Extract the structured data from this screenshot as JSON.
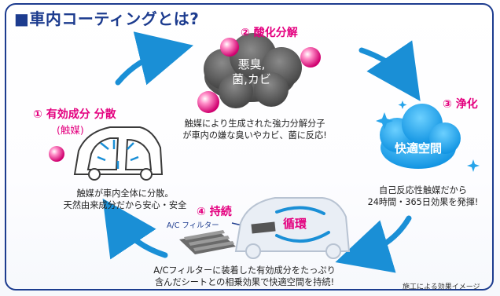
{
  "title": "■車内コーティングとは?",
  "step1": {
    "label": "① 有効成分 分散",
    "sub": "(触媒)",
    "desc": [
      "触媒が車内全体に分散。",
      "天然由来成分だから安心・安全"
    ]
  },
  "step2": {
    "label": "② 酸化分解",
    "cloud": [
      "悪臭,",
      "菌,カビ"
    ],
    "desc": [
      "触媒により生成された強力分解分子",
      "が車内の嫌な臭いやカビ、菌に反応!"
    ]
  },
  "step3": {
    "label": "③ 浄化",
    "cloud": "快適空間",
    "desc": [
      "自己反応性触媒だから",
      "24時間・365日効果を発揮!"
    ]
  },
  "step4": {
    "label": "④ 持続",
    "filter_label": "A/C フィルター",
    "cycle": "循環",
    "desc": [
      "A/Cフィルターに装着した有効成分をたっぷり",
      "含んだシートとの相乗効果で快適空間を持続!"
    ]
  },
  "footnote": "施工による効果イメージ",
  "colors": {
    "accent": "#e4007f",
    "frame": "#1d3c8f",
    "arrow": "#1a8fd6",
    "cloud_blue": "#1fa0e8",
    "cloud_gray": "#5b5b5b"
  }
}
